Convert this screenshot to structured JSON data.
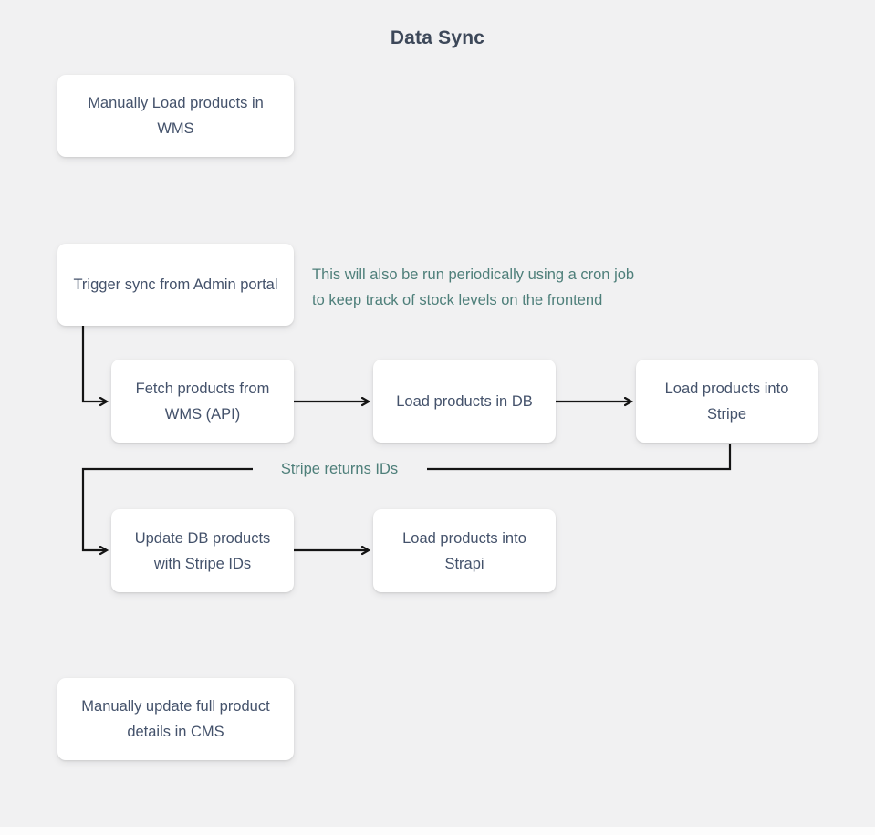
{
  "title": "Data Sync",
  "nodes": [
    {
      "id": "manually-load-products-in-wms",
      "label": "Manually Load products in WMS"
    },
    {
      "id": "trigger-sync-from-admin-portal",
      "label": "Trigger sync from Admin portal"
    },
    {
      "id": "fetch-products-from-wms-api",
      "label": "Fetch products from WMS (API)"
    },
    {
      "id": "load-products-in-db",
      "label": "Load products in DB"
    },
    {
      "id": "load-products-into-stripe",
      "label": "Load products into Stripe"
    },
    {
      "id": "update-db-products-with-stripe-ids",
      "label": "Update DB products with Stripe IDs"
    },
    {
      "id": "load-products-into-strapi",
      "label": "Load products into Strapi"
    },
    {
      "id": "manually-update-full-product-details-in-cms",
      "label": "Manually update full product details in CMS"
    }
  ],
  "annotation": {
    "line1": "This will also be run periodically using a cron job",
    "line2": "to keep track of stock levels on the frontend"
  },
  "edge_label": "Stripe returns IDs",
  "colors": {
    "background": "#f1f1f2",
    "node_background": "#ffffff",
    "node_text": "#44526b",
    "title_text": "#3d4859",
    "annotation_text": "#4e7f7a",
    "connector": "#141414"
  },
  "flow": [
    "Trigger sync from Admin portal -> Fetch products from WMS (API)",
    "Fetch products from WMS (API) -> Load products in DB",
    "Load products in DB -> Load products into Stripe",
    "Load products into Stripe -> (Stripe returns IDs) -> Update DB products with Stripe IDs",
    "Update DB products with Stripe IDs -> Load products into Strapi"
  ]
}
